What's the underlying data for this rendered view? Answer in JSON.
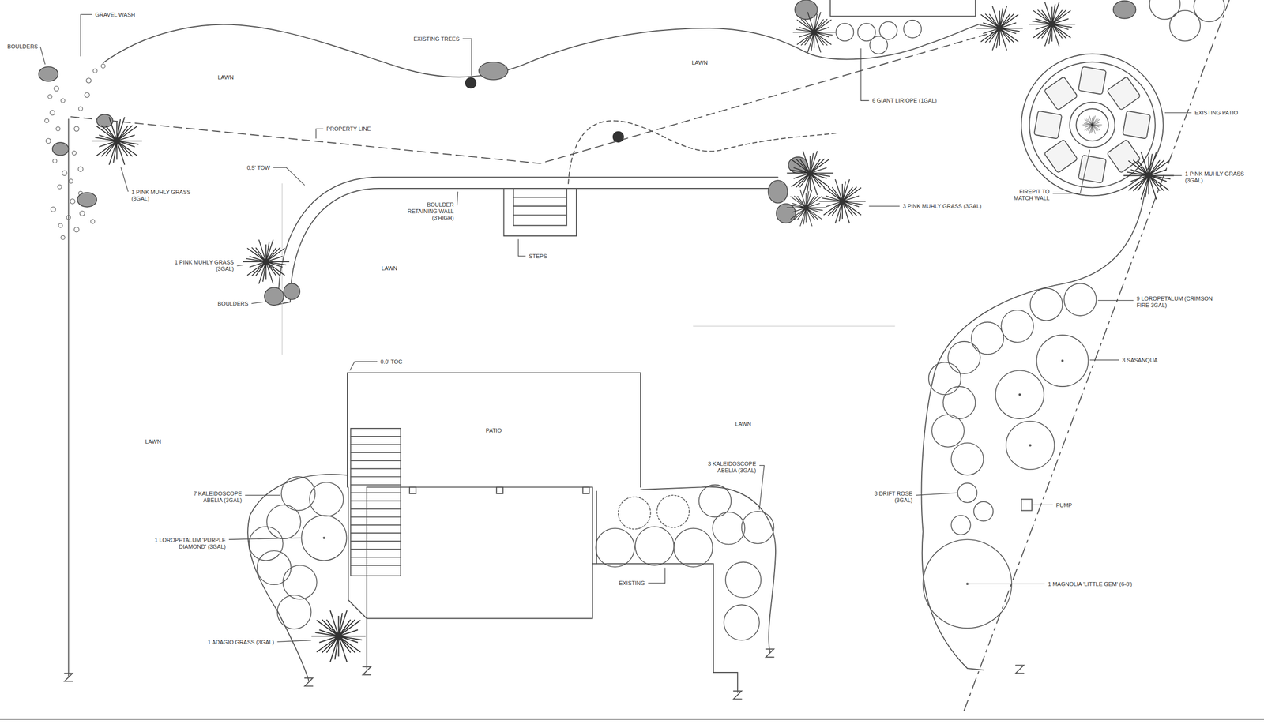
{
  "diagram": {
    "nodes": [
      {
        "text": [
          "PATIO"
        ]
      }
    ],
    "labels": [
      "GRAVEL WASH",
      "BOULDERS",
      "EXISTING TREES",
      "LAWN",
      "LAWN",
      "6 GIANT LIRIOPE (1GAL)",
      "EXISTING PATIO",
      "PROPERTY LINE",
      "1 PINK MUHLY GRASS (3GAL)",
      "0.5' TOW",
      "1 PINK MUHLY GRASS (3GAL)",
      "FIREPIT TO MATCH WALL",
      "BOULDER RETAINING WALL (3'HIGH)",
      "3 PINK MUHLY GRASS (3GAL)",
      "STEPS",
      "1 PINK MUHLY GRASS (3GAL)",
      "LAWN",
      "BOULDERS",
      "9 LOROPETALUM (CRIMSON FIRE 3GAL)",
      "3 SASANQUA",
      "0.0' TOC",
      "LAWN",
      "LAWN",
      "3 KALEIDOSCOPE ABELIA (3GAL)",
      "7 KALEIDOSCOPE ABELIA (3GAL)",
      "3 DRIFT ROSE (3GAL)",
      "PUMP",
      "1 LOROPETALUM 'PURPLE DIAMOND' (3GAL)",
      "EXISTING",
      "1 ADAGIO GRASS (3GAL)",
      "1 MAGNOLIA 'LITTLE GEM' (6-8')"
    ]
  }
}
